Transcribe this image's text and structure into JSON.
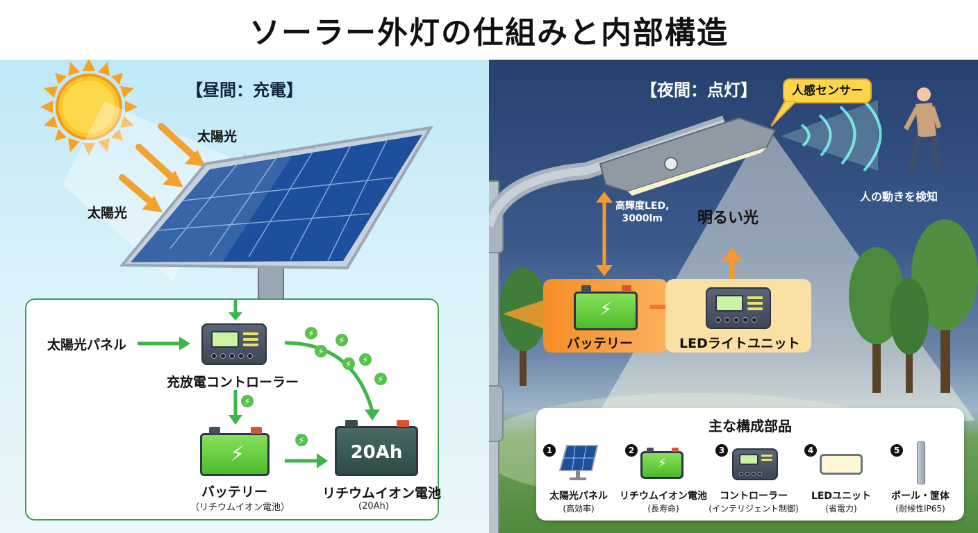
{
  "title": "ソーラー外灯の仕組みと内部構造",
  "day": {
    "section_label": "【昼間：充電】",
    "sunlight_label_1": "太陽光",
    "sunlight_label_2": "太陽光",
    "panel_label": "太陽光パネル",
    "controller_label": "充放電コントローラー",
    "battery_label": "バッテリー",
    "battery_sub": "（リチウムイオン電池）",
    "battery2_value": "20Ah",
    "battery2_label": "リチウムイオン電池",
    "battery2_sub": "(20Ah)"
  },
  "night": {
    "section_label": "【夜間：点灯】",
    "sensor_label": "人感センサー",
    "motion_label": "人の動きを検知",
    "led_spec": "高輝度LED,\n3000lm",
    "light_label": "明るい光",
    "battery_label": "バッテリー",
    "led_unit_label": "LEDライトユニット"
  },
  "parts": {
    "title": "主な構成部品",
    "items": [
      {
        "num": "1",
        "name": "太陽光パネル",
        "sub": "(高効率)"
      },
      {
        "num": "2",
        "name": "リチウムイオン電池",
        "sub": "(長寿命)"
      },
      {
        "num": "3",
        "name": "コントローラー",
        "sub": "(インテリジェント制御)"
      },
      {
        "num": "4",
        "name": "LEDユニット",
        "sub": "(省電力)"
      },
      {
        "num": "5",
        "name": "ポール・筐体",
        "sub": "(耐候性IP65)"
      }
    ]
  },
  "colors": {
    "charge_box_border": "#3aa14a",
    "flow_arrow_green": "#3cb54a",
    "flow_arrow_orange": "#f59a2e",
    "sensor_bubble": "#fcd64a",
    "battery_green": "#5cc834"
  },
  "icons": [
    "sun-icon",
    "solar-panel-icon",
    "controller-icon",
    "battery-icon",
    "bolt-icon",
    "street-lamp-icon",
    "person-walking-icon",
    "sensor-waves-icon",
    "tree-icon",
    "led-unit-icon",
    "pole-icon"
  ]
}
